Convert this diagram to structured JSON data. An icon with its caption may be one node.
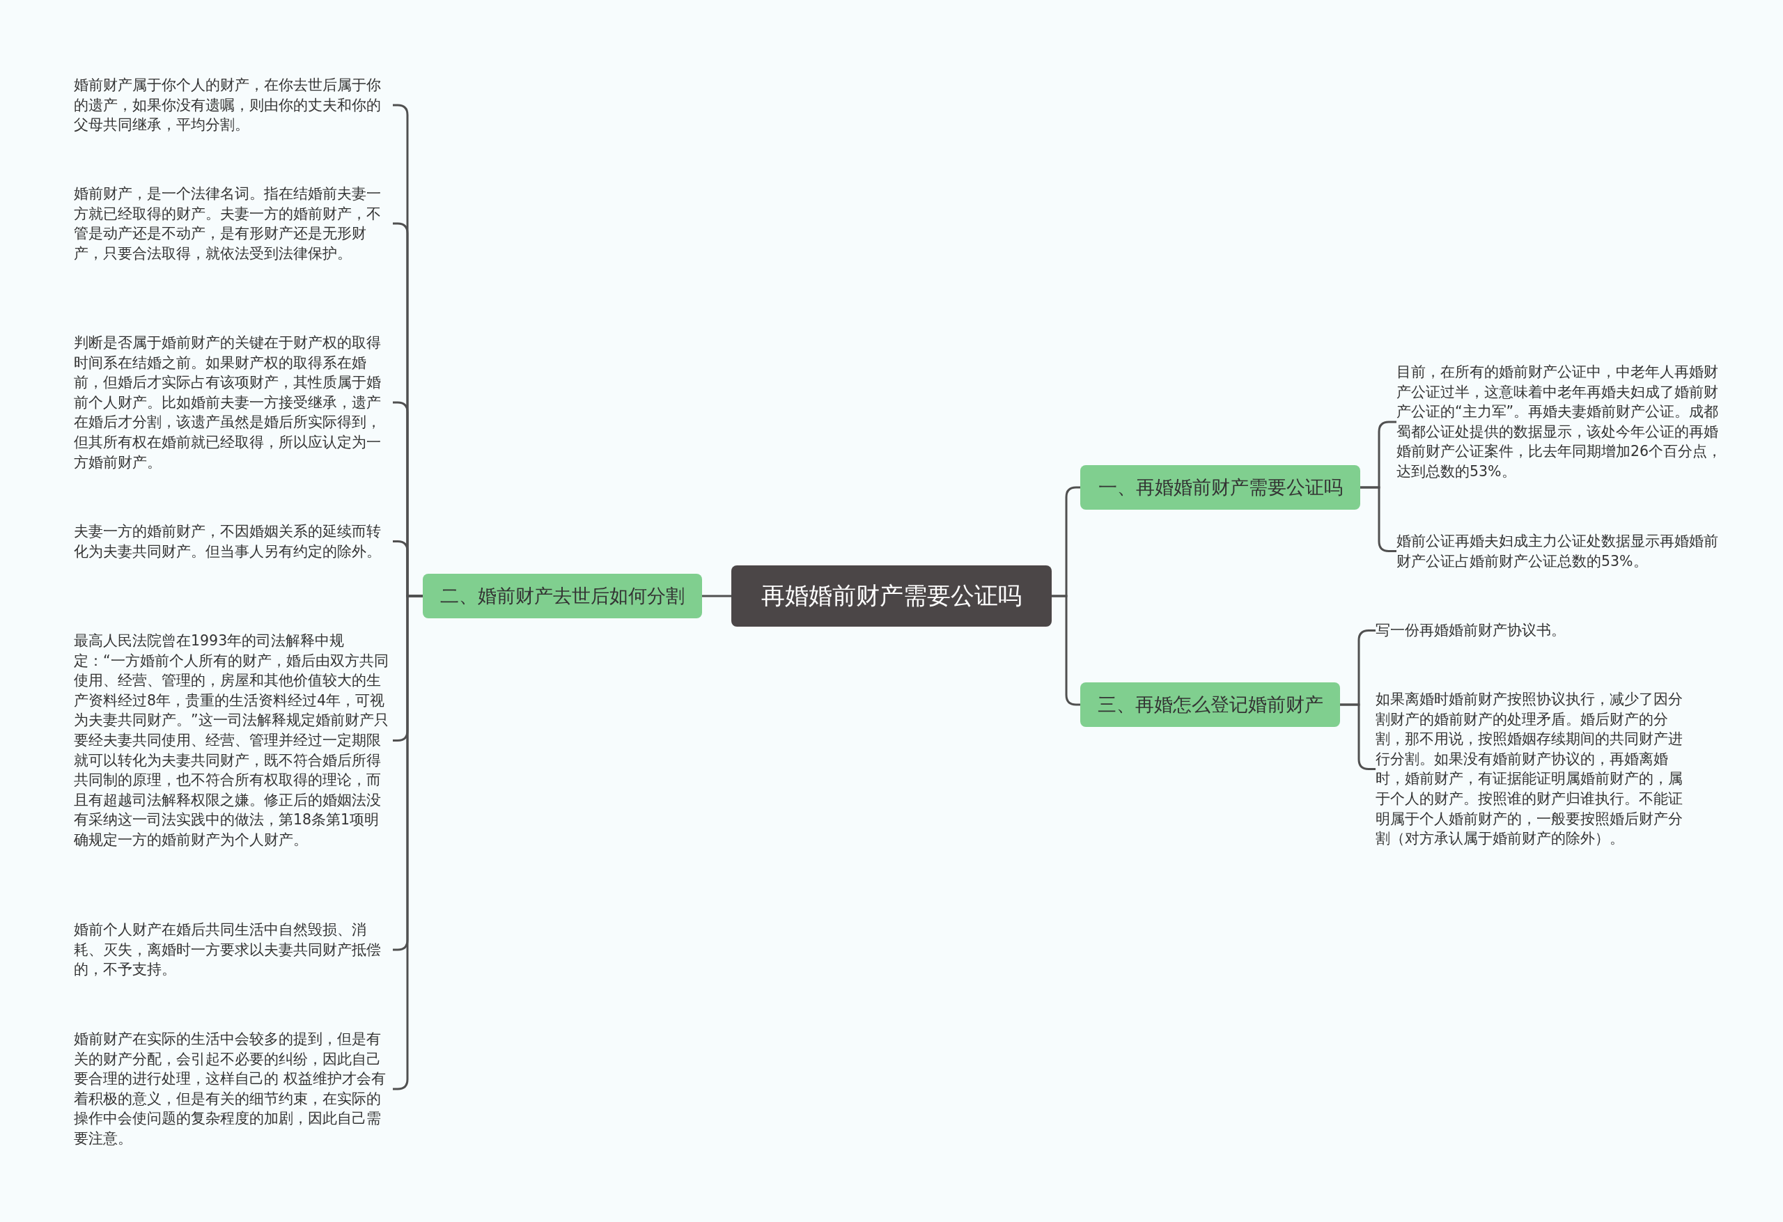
{
  "diagram": {
    "nodes": [
      {
        "text": [
          "再婚婚前财产需要公证吗"
        ]
      },
      {
        "text": [
          "一、再婚婚前财产需要公证吗"
        ]
      },
      {
        "text": [
          "目前，在所有的婚前财产公证中，中老年人再婚财产公证过半，这意味着中老年再婚夫妇成了婚前财产公证的“主力军”。再婚夫妻婚前财产公证。成都蜀都公证处提供的数据显示，该处今年公证的再婚婚前财产公证案件，比去年同期增加26个百分点，达到总数的53%。"
        ]
      },
      {
        "text": [
          "婚前公证再婚夫妇成主力公证处数据显示再婚婚前财产公证占婚前财产公证总数的53%。"
        ]
      },
      {
        "text": [
          "三、再婚怎么登记婚前财产"
        ]
      },
      {
        "text": [
          "写一份再婚婚前财产协议书。"
        ]
      },
      {
        "text": [
          "如果离婚时婚前财产按照协议执行，减少了因分割财产的婚前财产的处理矛盾。婚后财产的分割，那不用说，按照婚姻存续期间的共同财产进行分割。如果没有婚前财产协议的，再婚离婚时，婚前财产，有证据能证明属婚前财产的，属于个人的财产。按照谁的财产归谁执行。不能证明属于个人婚前财产的，一般要按照婚后财产分割（对方承认属于婚前财产的除外）。"
        ]
      },
      {
        "text": [
          "二、婚前财产去世后如何分割"
        ]
      },
      {
        "text": [
          "婚前财产属于你个人的财产，在你去世后属于你的遗产，如果你没有遗嘱，则由你的丈夫和你的父母共同继承，平均分割。"
        ]
      },
      {
        "text": [
          "婚前财产，是一个法律名词。指在结婚前夫妻一方就已经取得的财产。夫妻一方的婚前财产，不管是动产还是不动产，是有形财产还是无形财产，只要合法取得，就依法受到法律保护。"
        ]
      },
      {
        "text": [
          "判断是否属于婚前财产的关键在于财产权的取得时间系在结婚之前。如果财产权的取得系在婚前，但婚后才实际占有该项财产，其性质属于婚前个人财产。比如婚前夫妻一方接受继承，遗产在婚后才分割，该遗产虽然是婚后所实际得到，但其所有权在婚前就已经取得，所以应认定为一方婚前财产。"
        ]
      },
      {
        "text": [
          "夫妻一方的婚前财产，不因婚姻关系的延续而转化为夫妻共同财产。但当事人另有约定的除外。"
        ]
      },
      {
        "text": [
          "最高人民法院曾在1993年的司法解释中规定：“一方婚前个人所有的财产，婚后由双方共同使用、经营、管理的，房屋和其他价值较大的生产资料经过8年，贵重的生活资料经过4年，可视为夫妻共同财产。”这一司法解释规定婚前财产只要经夫妻共同使用、经营、管理并经过一定期限就可以转化为夫妻共同财产，既不符合婚后所得共同制的原理，也不符合所有权取得的理论，而且有超越司法解释权限之嫌。修正后的婚姻法没有采纳这一司法实践中的做法，第18条第1项明确规定一方的婚前财产为个人财产。"
        ]
      },
      {
        "text": [
          "婚前个人财产在婚后共同生活中自然毁损、消耗、灭失，离婚时一方要求以夫妻共同财产抵偿的，不予支持。"
        ]
      },
      {
        "text": [
          "婚前财产在实际的生活中会较多的提到，但是有关的财产分配，会引起不必要的纠纷，因此自己要合理的进行处理，这样自己的 权益维护才会有着积极的意义，但是有关的细节约束，在实际的操作中会使问题的复杂程度的加剧，因此自己需要注意。"
        ]
      }
    ],
    "edges": [
      {
        "from": 0,
        "to": 1,
        "arrow": "none"
      },
      {
        "from": 1,
        "to": 2,
        "arrow": "none"
      },
      {
        "from": 1,
        "to": 3,
        "arrow": "none"
      },
      {
        "from": 0,
        "to": 4,
        "arrow": "none"
      },
      {
        "from": 4,
        "to": 5,
        "arrow": "none"
      },
      {
        "from": 4,
        "to": 6,
        "arrow": "none"
      },
      {
        "from": 0,
        "to": 7,
        "arrow": "none"
      },
      {
        "from": 7,
        "to": 8,
        "arrow": "none"
      },
      {
        "from": 7,
        "to": 9,
        "arrow": "none"
      },
      {
        "from": 7,
        "to": 10,
        "arrow": "none"
      },
      {
        "from": 7,
        "to": 11,
        "arrow": "none"
      },
      {
        "from": 7,
        "to": 12,
        "arrow": "none"
      },
      {
        "from": 7,
        "to": 13,
        "arrow": "none"
      },
      {
        "from": 7,
        "to": 14,
        "arrow": "none"
      }
    ]
  }
}
